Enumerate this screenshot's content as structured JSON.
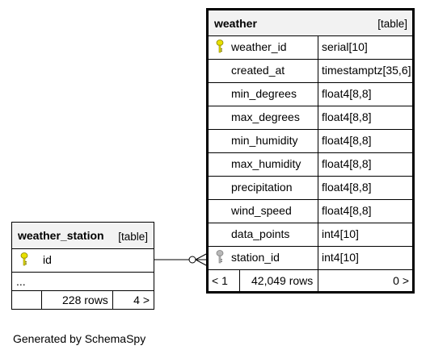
{
  "weather": {
    "name": "weather",
    "kind": "[table]",
    "columns": [
      {
        "name": "weather_id",
        "type": "serial[10]"
      },
      {
        "name": "created_at",
        "type": "timestamptz[35,6]"
      },
      {
        "name": "min_degrees",
        "type": "float4[8,8]"
      },
      {
        "name": "max_degrees",
        "type": "float4[8,8]"
      },
      {
        "name": "min_humidity",
        "type": "float4[8,8]"
      },
      {
        "name": "max_humidity",
        "type": "float4[8,8]"
      },
      {
        "name": "precipitation",
        "type": "float4[8,8]"
      },
      {
        "name": "wind_speed",
        "type": "float4[8,8]"
      },
      {
        "name": "data_points",
        "type": "int4[10]"
      },
      {
        "name": "station_id",
        "type": "int4[10]"
      }
    ],
    "footer": {
      "parents": "< 1",
      "rows": "42,049 rows",
      "children": "0 >"
    }
  },
  "weather_station": {
    "name": "weather_station",
    "kind": "[table]",
    "columns": [
      {
        "name": "id"
      }
    ],
    "ellipsis": "...",
    "footer": {
      "rows": "228 rows",
      "children": "4 >"
    }
  },
  "generated_by": "Generated by SchemaSpy",
  "colors": {
    "header_bg": "#f2f2f2",
    "primary_key": "#e8e000",
    "foreign_key": "#b8b8b8"
  }
}
